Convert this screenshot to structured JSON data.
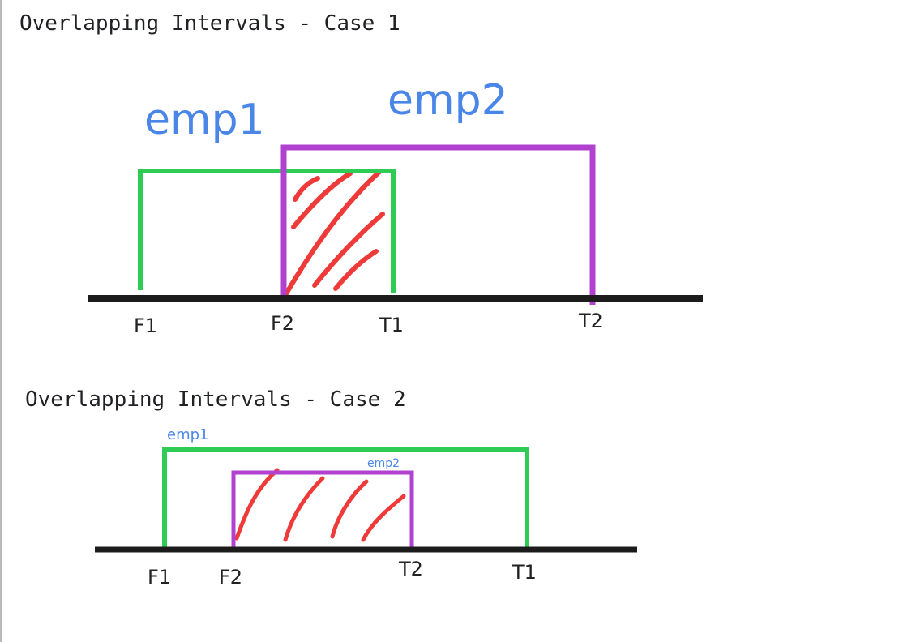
{
  "colors": {
    "axis": "#1c1c1c",
    "emp1": "#2ecc55",
    "emp2": "#b042cf",
    "overlap_hatch": "#ef3a3a",
    "label_blue": "#4a86e8",
    "text": "#202124"
  },
  "case1": {
    "heading": "Overlapping Intervals - Case 1",
    "emp1_label": "emp1",
    "emp2_label": "emp2",
    "ticks": [
      "F1",
      "F2",
      "T1",
      "T2"
    ]
  },
  "case2": {
    "heading": "Overlapping Intervals - Case 2",
    "emp1_label": "emp1",
    "emp2_label": "emp2",
    "ticks": [
      "F1",
      "F2",
      "T2",
      "T1"
    ]
  }
}
